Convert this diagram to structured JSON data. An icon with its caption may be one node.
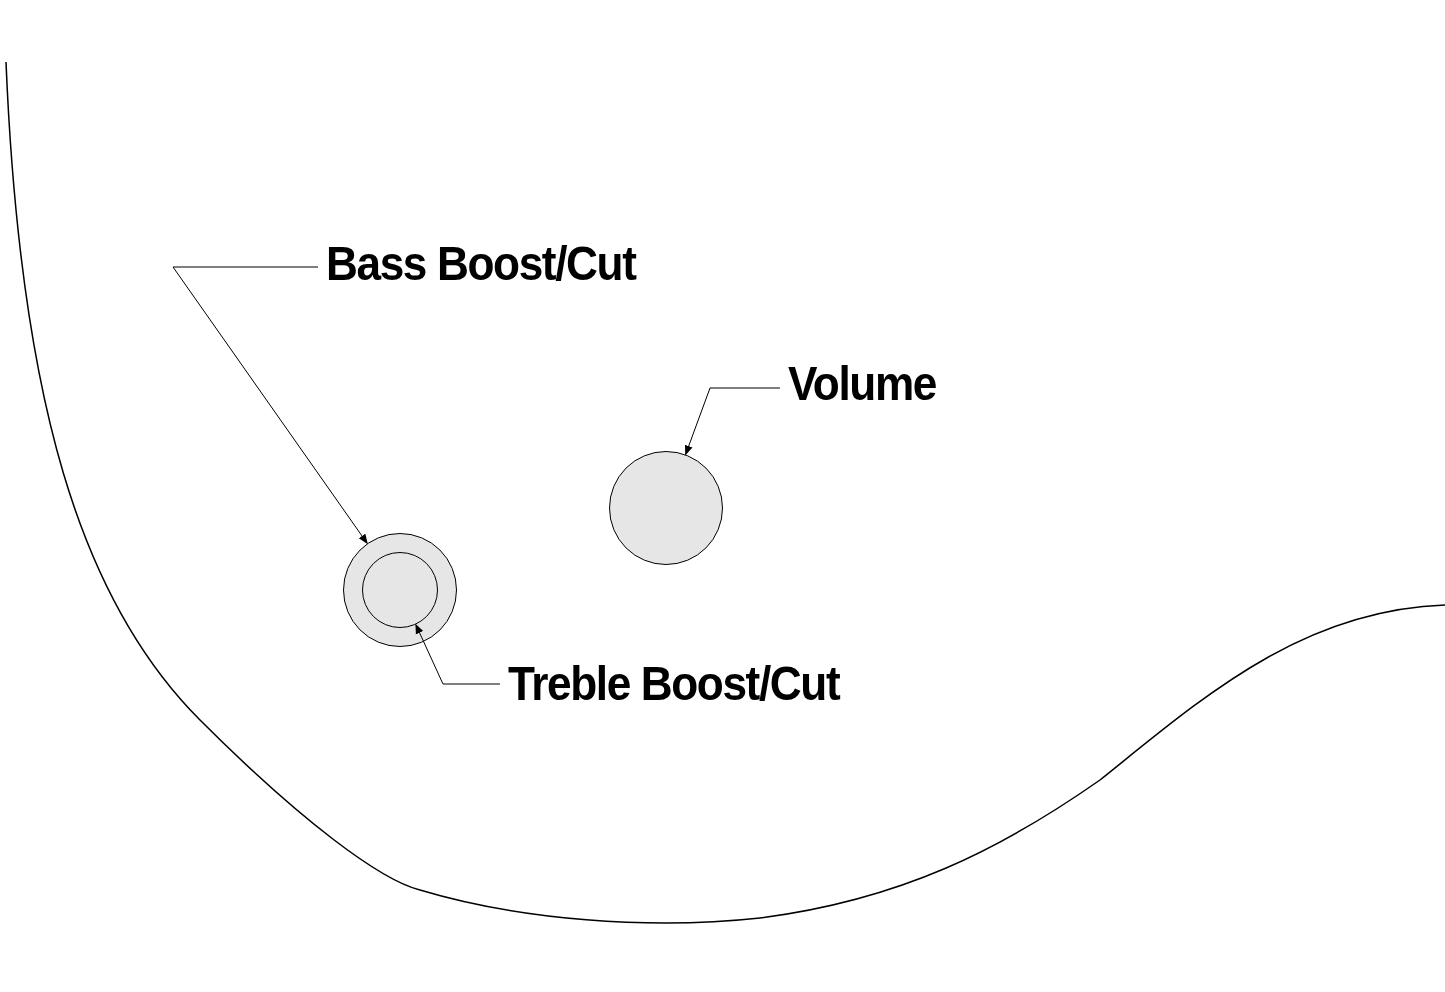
{
  "diagram": {
    "nodes": [
      {
        "text": [
          "Bass Boost/Cut"
        ]
      },
      {
        "text": [
          "Volume"
        ]
      },
      {
        "text": [],
        "shape": "circle"
      },
      {
        "text": [],
        "shape": "circle",
        "in": 2
      },
      {
        "text": [],
        "shape": "circle"
      },
      {
        "text": [
          "Treble Boost/Cut"
        ]
      }
    ],
    "edges": [
      {
        "from": 0,
        "to": 2,
        "arrow": "to"
      },
      {
        "from": 1,
        "to": 4,
        "arrow": "to"
      },
      {
        "from": 5,
        "to": 3,
        "arrow": "to"
      }
    ]
  }
}
